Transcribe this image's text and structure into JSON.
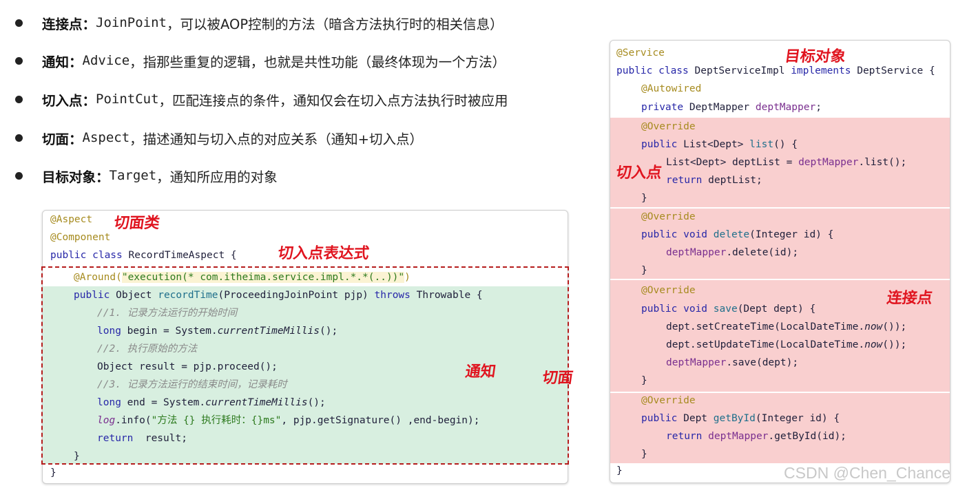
{
  "bullets": [
    {
      "term": "连接点：",
      "en": "JoinPoint",
      "desc": "，可以被AOP控制的方法（暗含方法执行时的相关信息）"
    },
    {
      "term": "通知：",
      "en": "Advice",
      "desc": "，指那些重复的逻辑，也就是共性功能（最终体现为一个方法）"
    },
    {
      "term": "切入点：",
      "en": "PointCut",
      "desc": "，匹配连接点的条件，通知仅会在切入点方法执行时被应用"
    },
    {
      "term": "切面：",
      "en": "Aspect",
      "desc": "，描述通知与切入点的对应关系（通知+切入点）"
    },
    {
      "term": "目标对象：",
      "en": "Target",
      "desc": "，通知所应用的对象"
    }
  ],
  "left_code": {
    "annotations": {
      "aspect_class": "切面类",
      "pointcut_expr": "切入点表达式",
      "advice": "通知",
      "aspect": "切面"
    },
    "lines": {
      "l1": "@Aspect",
      "l2": "@Component",
      "l3a": "public class ",
      "l3b": "RecordTimeAspect {",
      "l4a": "@Around(",
      "l4b": "\"execution(* com.itheima.service.impl.*.*(..))\"",
      "l4c": ")",
      "l5a": "public ",
      "l5b": "Object ",
      "l5c": "recordTime",
      "l5d": "(ProceedingJoinPoint pjp) ",
      "l5e": "throws ",
      "l5f": "Throwable {",
      "l6": "//1. 记录方法运行的开始时间",
      "l7a": "long ",
      "l7b": "begin = System.",
      "l7c": "currentTimeMillis",
      "l7d": "();",
      "l8": "//2. 执行原始的方法",
      "l9": "Object result = pjp.proceed();",
      "l10": "//3. 记录方法运行的结束时间，记录耗时",
      "l11a": "long ",
      "l11b": "end = System.",
      "l11c": "currentTimeMillis",
      "l11d": "();",
      "l12a": "log",
      "l12b": ".info(",
      "l12c": "\"方法 {} 执行耗时：{}ms\"",
      "l12d": ", pjp.getSignature() ,end-begin);",
      "l13a": "return ",
      "l13b": " result;",
      "l14": "}",
      "l15": "}"
    }
  },
  "right_code": {
    "annotations": {
      "target": "目标对象",
      "pointcut": "切入点",
      "joinpoint": "连接点"
    },
    "lines": {
      "r1": "@Service",
      "r2a": "public class ",
      "r2b": "DeptServiceImpl ",
      "r2c": "implements ",
      "r2d": "DeptService {",
      "r3": "@Autowired",
      "r4a": "private ",
      "r4b": "DeptMapper ",
      "r4c": "deptMapper",
      "r4d": ";",
      "r5": "@Override",
      "r6a": "public ",
      "r6b": "List<Dept> ",
      "r6c": "list",
      "r6d": "() {",
      "r7a": "List<Dept> deptList = ",
      "r7b": "deptMapper",
      "r7c": ".list();",
      "r8a": "return ",
      "r8b": "deptList;",
      "r9": "}",
      "r10": "@Override",
      "r11a": "public void ",
      "r11b": "delete",
      "r11c": "(Integer id) {",
      "r12a": "deptMapper",
      "r12b": ".delete(id);",
      "r13": "}",
      "r14": "@Override",
      "r15a": "public void ",
      "r15b": "save",
      "r15c": "(Dept dept) {",
      "r16a": "dept.setCreateTime(LocalDateTime.",
      "r16b": "now",
      "r16c": "());",
      "r17a": "dept.setUpdateTime(LocalDateTime.",
      "r17b": "now",
      "r17c": "());",
      "r18a": "deptMapper",
      "r18b": ".save(dept);",
      "r19": "}",
      "r20": "@Override",
      "r21a": "public ",
      "r21b": "Dept ",
      "r21c": "getById",
      "r21d": "(Integer id) {",
      "r22a": "return ",
      "r22b": "deptMapper",
      "r22c": ".getById(id);",
      "r23": "}",
      "r24": "}"
    }
  },
  "watermark": "CSDN @Chen_Chance",
  "colors": {
    "advice_bg": "#d8efe0",
    "joinpoint_bg": "#f9cfcf",
    "dashed_border": "#b51c1c",
    "handwriting": "#e0141f"
  }
}
